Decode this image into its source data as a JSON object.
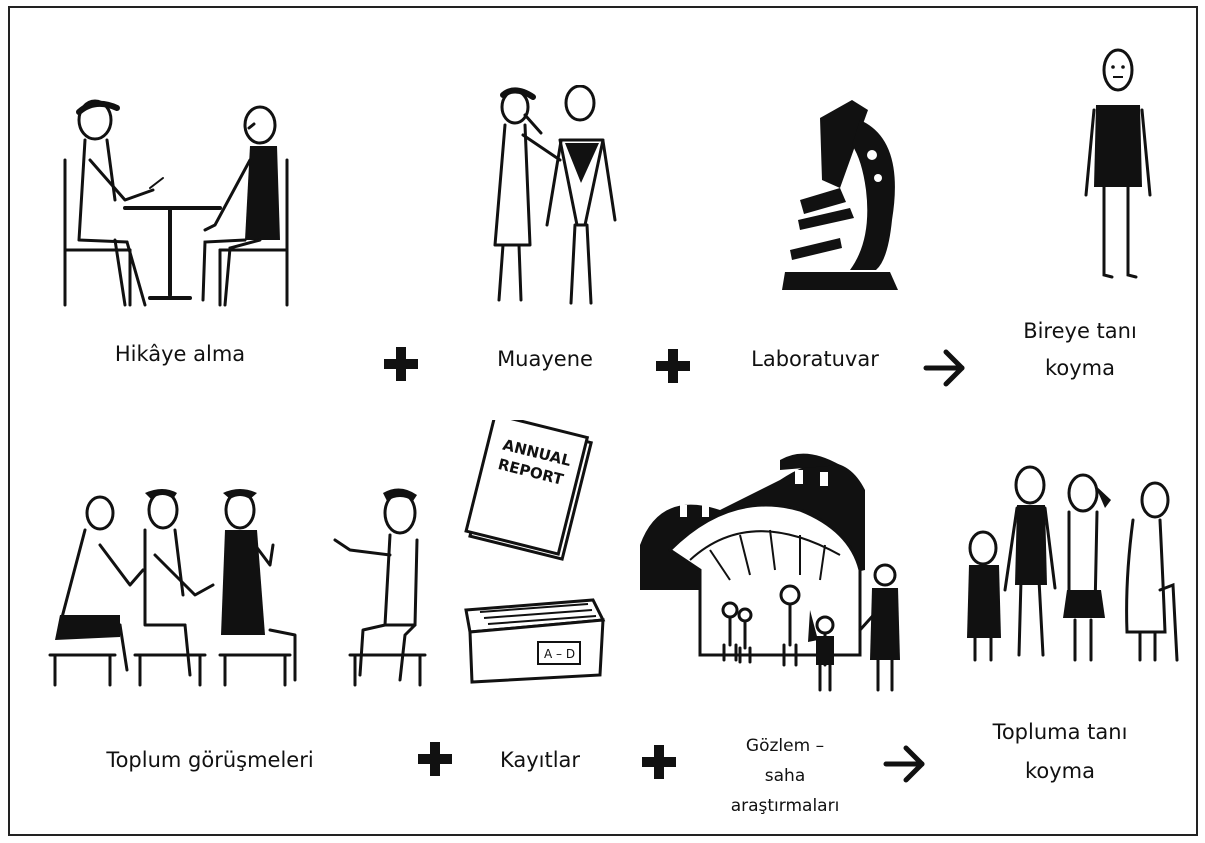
{
  "rows": [
    {
      "labels": {
        "history": "Hikâye alma",
        "exam": "Muayene",
        "lab": "Laboratuvar",
        "result_line1": "Bireye tanı",
        "result_line2": "koyma"
      },
      "operators": [
        "plus-icon",
        "plus-icon",
        "arrow-right-icon"
      ]
    },
    {
      "labels": {
        "interviews": "Toplum görüşmeleri",
        "records": "Kayıtlar",
        "observation_line1": "Gözlem –",
        "observation_line2": "saha",
        "observation_line3": "araştırmaları",
        "result_line1": "Topluma tanı",
        "result_line2": "koyma"
      },
      "operators": [
        "plus-icon",
        "plus-icon",
        "arrow-right-icon"
      ],
      "annual_report_text_line1": "ANNUAL",
      "annual_report_text_line2": "REPORT",
      "card_box_label": "A – D"
    }
  ]
}
